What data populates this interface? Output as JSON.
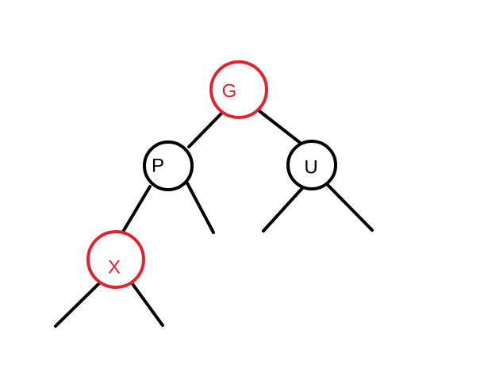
{
  "colors": {
    "red": "#e0242f",
    "black": "#000000"
  },
  "nodes": [
    {
      "id": "G",
      "label": "G",
      "color": "red"
    },
    {
      "id": "P",
      "label": "P",
      "color": "black"
    },
    {
      "id": "U",
      "label": "U",
      "color": "black"
    },
    {
      "id": "X",
      "label": "X",
      "color": "red"
    }
  ],
  "edges": [
    {
      "from": "G",
      "to": "P"
    },
    {
      "from": "G",
      "to": "U"
    },
    {
      "from": "P",
      "to": "X"
    },
    {
      "from": "P",
      "to": null
    },
    {
      "from": "U",
      "to": null
    },
    {
      "from": "U",
      "to": null
    },
    {
      "from": "X",
      "to": null
    },
    {
      "from": "X",
      "to": null
    }
  ]
}
